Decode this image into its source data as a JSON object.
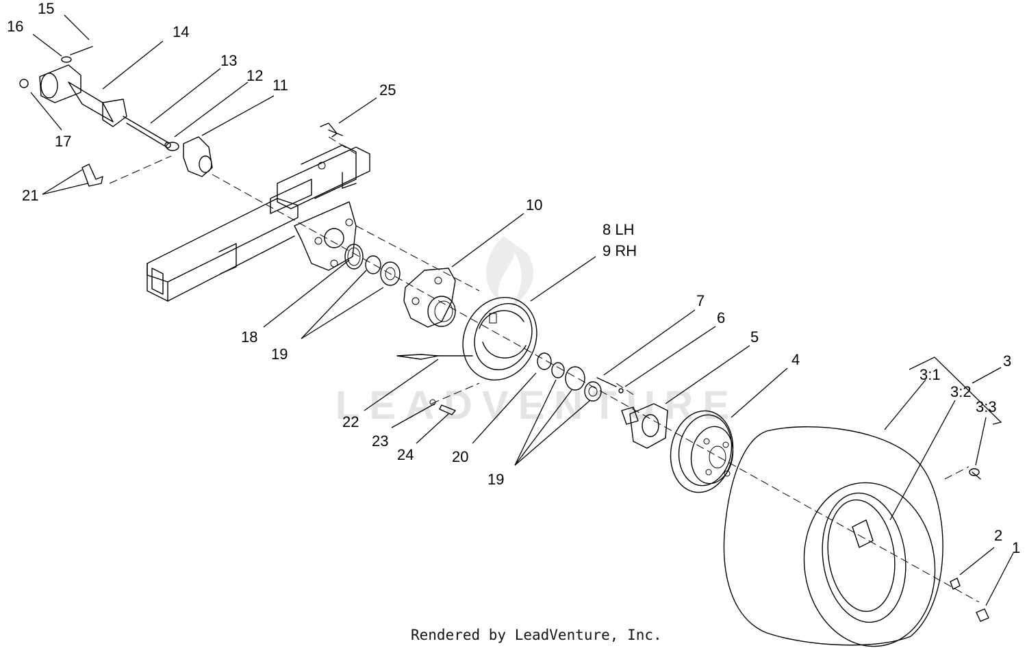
{
  "callouts": {
    "c1": "1",
    "c2": "2",
    "c3": "3",
    "c3_1": "3:1",
    "c3_2": "3:2",
    "c3_3": "3:3",
    "c4": "4",
    "c5": "5",
    "c6": "6",
    "c7": "7",
    "c8": "8 LH",
    "c9": "9 RH",
    "c10": "10",
    "c11": "11",
    "c12": "12",
    "c13": "13",
    "c14": "14",
    "c15": "15",
    "c16": "16",
    "c17": "17",
    "c18": "18",
    "c19a": "19",
    "c19b": "19",
    "c20": "20",
    "c21": "21",
    "c22": "22",
    "c23": "23",
    "c24": "24",
    "c25": "25"
  },
  "watermark": "LEADVENTURE",
  "footer": "Rendered by LeadVenture, Inc."
}
